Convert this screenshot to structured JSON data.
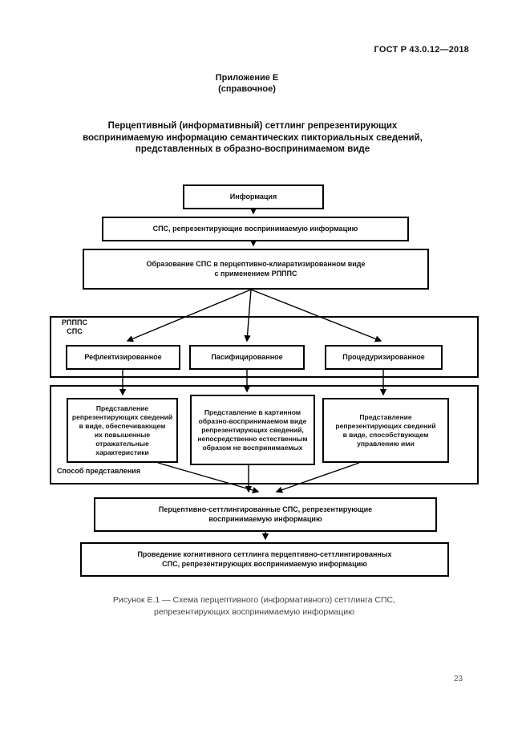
{
  "page": {
    "doc_number": "ГОСТ Р 43.0.12—2018",
    "appendix": "Приложение Е\n(справочное)",
    "title": "Перцептивный (информативный) сеттлинг репрезентирующих\nвоспринимаемую информацию семантических пикториальных сведений,\nпредставленных в образно-воспринимаемом виде",
    "caption": "Рисунок Е.1 — Схема перцептивного (информативного) сеттлинга СПС,\nрепрезентирующих воспринимаемую информацию",
    "page_number": "23"
  },
  "diagram": {
    "group1_label": "РПППС\nСПС",
    "group2_label": "Способ представления",
    "nodes": {
      "information": "Информация",
      "sps_represent": "СПС, репрезентирующие воспринимаемую информацию",
      "formation": "Образование СПС в перцептивно-клиаратизированном виде\nс применением РПППС",
      "reflectized": "Рефлектизированное",
      "pacified": "Пасифицированное",
      "procedurized": "Процедуризированное",
      "repr_reflective": "Представление\nрепрезентирующих сведений\nв виде, обеспечивающем\nих повышенные\nотражательные\nхарактеристики",
      "repr_pictorial": "Представление в картинном\nобразно-воспринимаемом виде\nрепрезентирующих сведений,\nнепосредственно естественным\nобразом не воспринимаемых",
      "repr_control": "Представление\nрепрезентирующих сведений\nв виде, способствующем\nуправлению ими",
      "settled_sps": "Перцептивно-сеттлингированные СПС, репрезентирующие\nвоспринимаемую информацию",
      "cognitive_settling": "Проведение когнитивного сеттлинга перцептивно-сеттлингированных\nСПС, репрезентирующих воспринимаемую информацию"
    }
  }
}
